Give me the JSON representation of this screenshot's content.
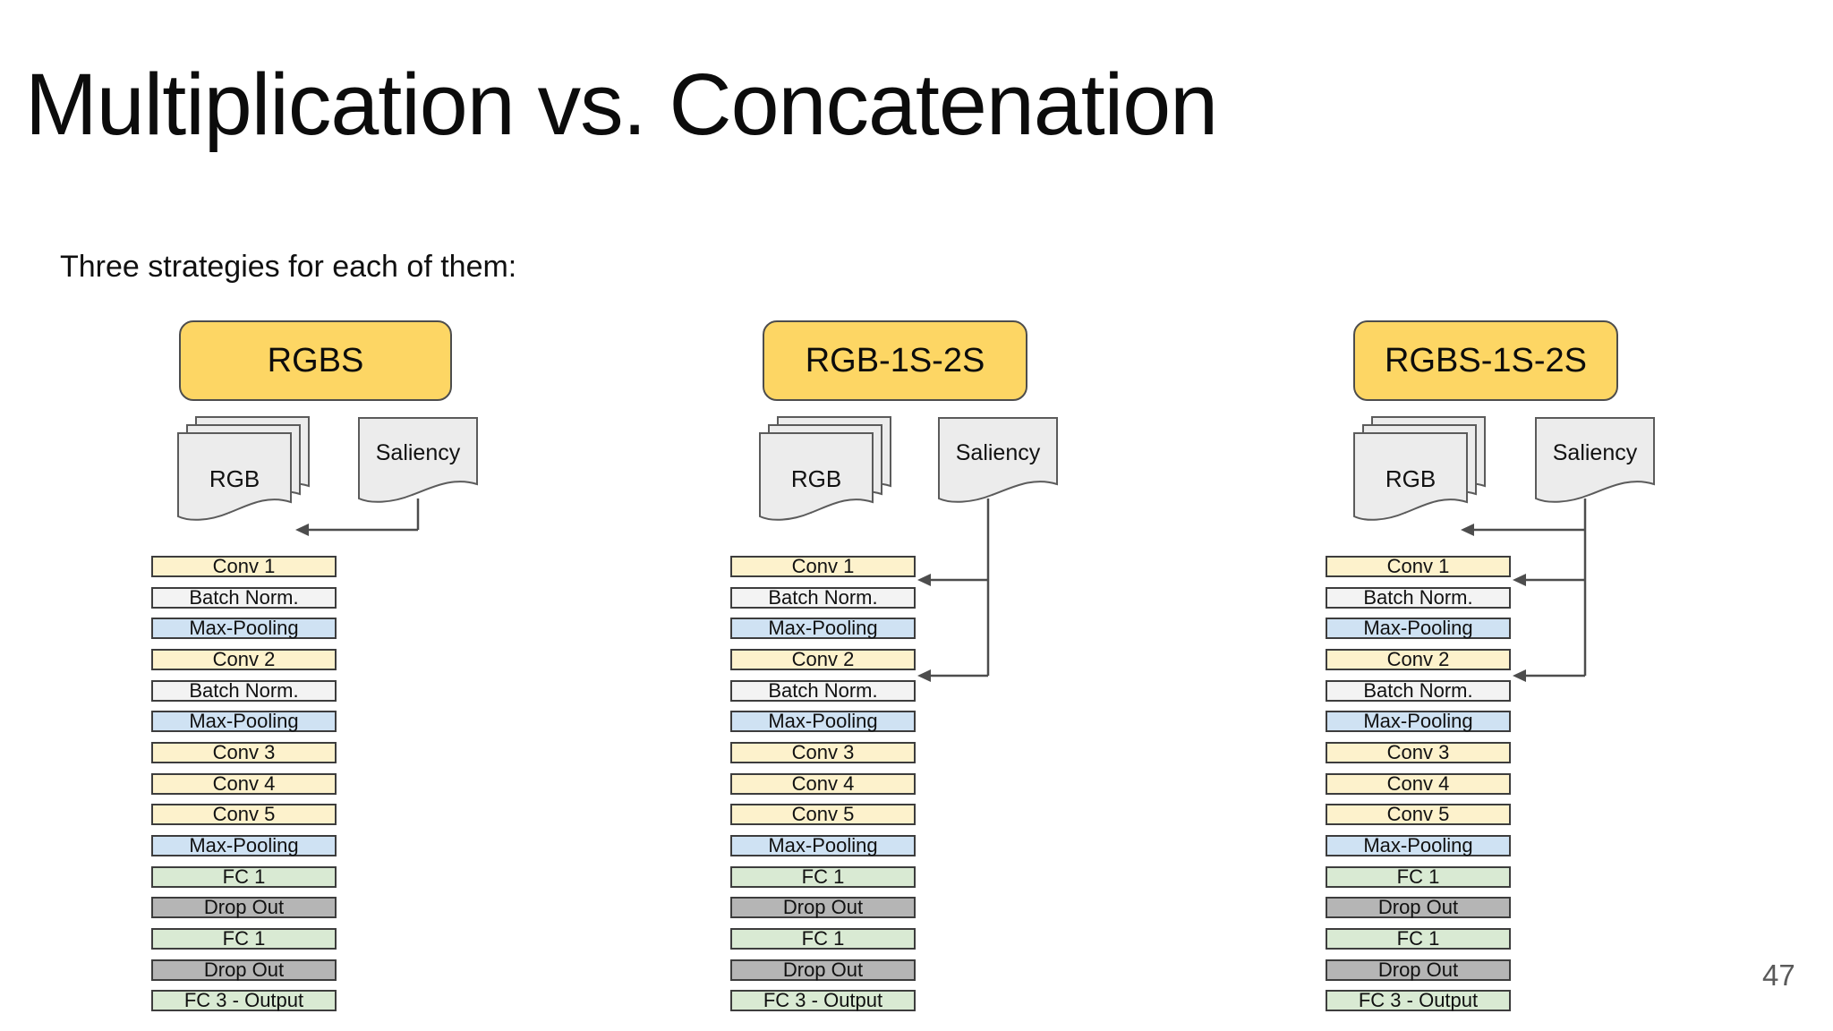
{
  "slide": {
    "title": "Multiplication vs. Concatenation",
    "subtitle": "Three strategies for each of them:",
    "page_number": "47"
  },
  "diagram": {
    "columns": [
      {
        "id": "rgbs",
        "header": "RGBS",
        "rgb_label": "RGB",
        "saliency_label": "Saliency",
        "merge_arrows": [
          "input"
        ]
      },
      {
        "id": "rgb-1s-2s",
        "header": "RGB-1S-2S",
        "rgb_label": "RGB",
        "saliency_label": "Saliency",
        "merge_arrows": [
          "after_conv1",
          "after_conv2"
        ]
      },
      {
        "id": "rgbs-1s-2s",
        "header": "RGBS-1S-2S",
        "rgb_label": "RGB",
        "saliency_label": "Saliency",
        "merge_arrows": [
          "input",
          "after_conv1",
          "after_conv2"
        ]
      }
    ],
    "layers": [
      {
        "label": "Conv 1",
        "type": "conv"
      },
      {
        "label": "Batch Norm.",
        "type": "batch_norm"
      },
      {
        "label": "Max-Pooling",
        "type": "pooling"
      },
      {
        "label": "Conv 2",
        "type": "conv"
      },
      {
        "label": "Batch Norm.",
        "type": "batch_norm"
      },
      {
        "label": "Max-Pooling",
        "type": "pooling"
      },
      {
        "label": "Conv 3",
        "type": "conv"
      },
      {
        "label": "Conv 4",
        "type": "conv"
      },
      {
        "label": "Conv 5",
        "type": "conv"
      },
      {
        "label": "Max-Pooling",
        "type": "pooling"
      },
      {
        "label": "FC 1",
        "type": "fc"
      },
      {
        "label": "Drop Out",
        "type": "dropout"
      },
      {
        "label": "FC 1",
        "type": "fc"
      },
      {
        "label": "Drop Out",
        "type": "dropout"
      },
      {
        "label": "FC 3 - Output",
        "type": "fc"
      }
    ],
    "colors": {
      "header_fill": "#fdd664",
      "header_border": "#4d4d4d",
      "conv": "#fdf2cc",
      "batch_norm": "#f3f3f3",
      "pooling": "#cfe2f3",
      "fc": "#d9ead3",
      "dropout": "#b5b5b5",
      "doc_fill": "#ececec",
      "doc_border": "#5b5b5b",
      "arrow_line": "#4d4d4d",
      "row_border": "#3d3d3d",
      "page_number_color": "#5a5a5a"
    }
  }
}
